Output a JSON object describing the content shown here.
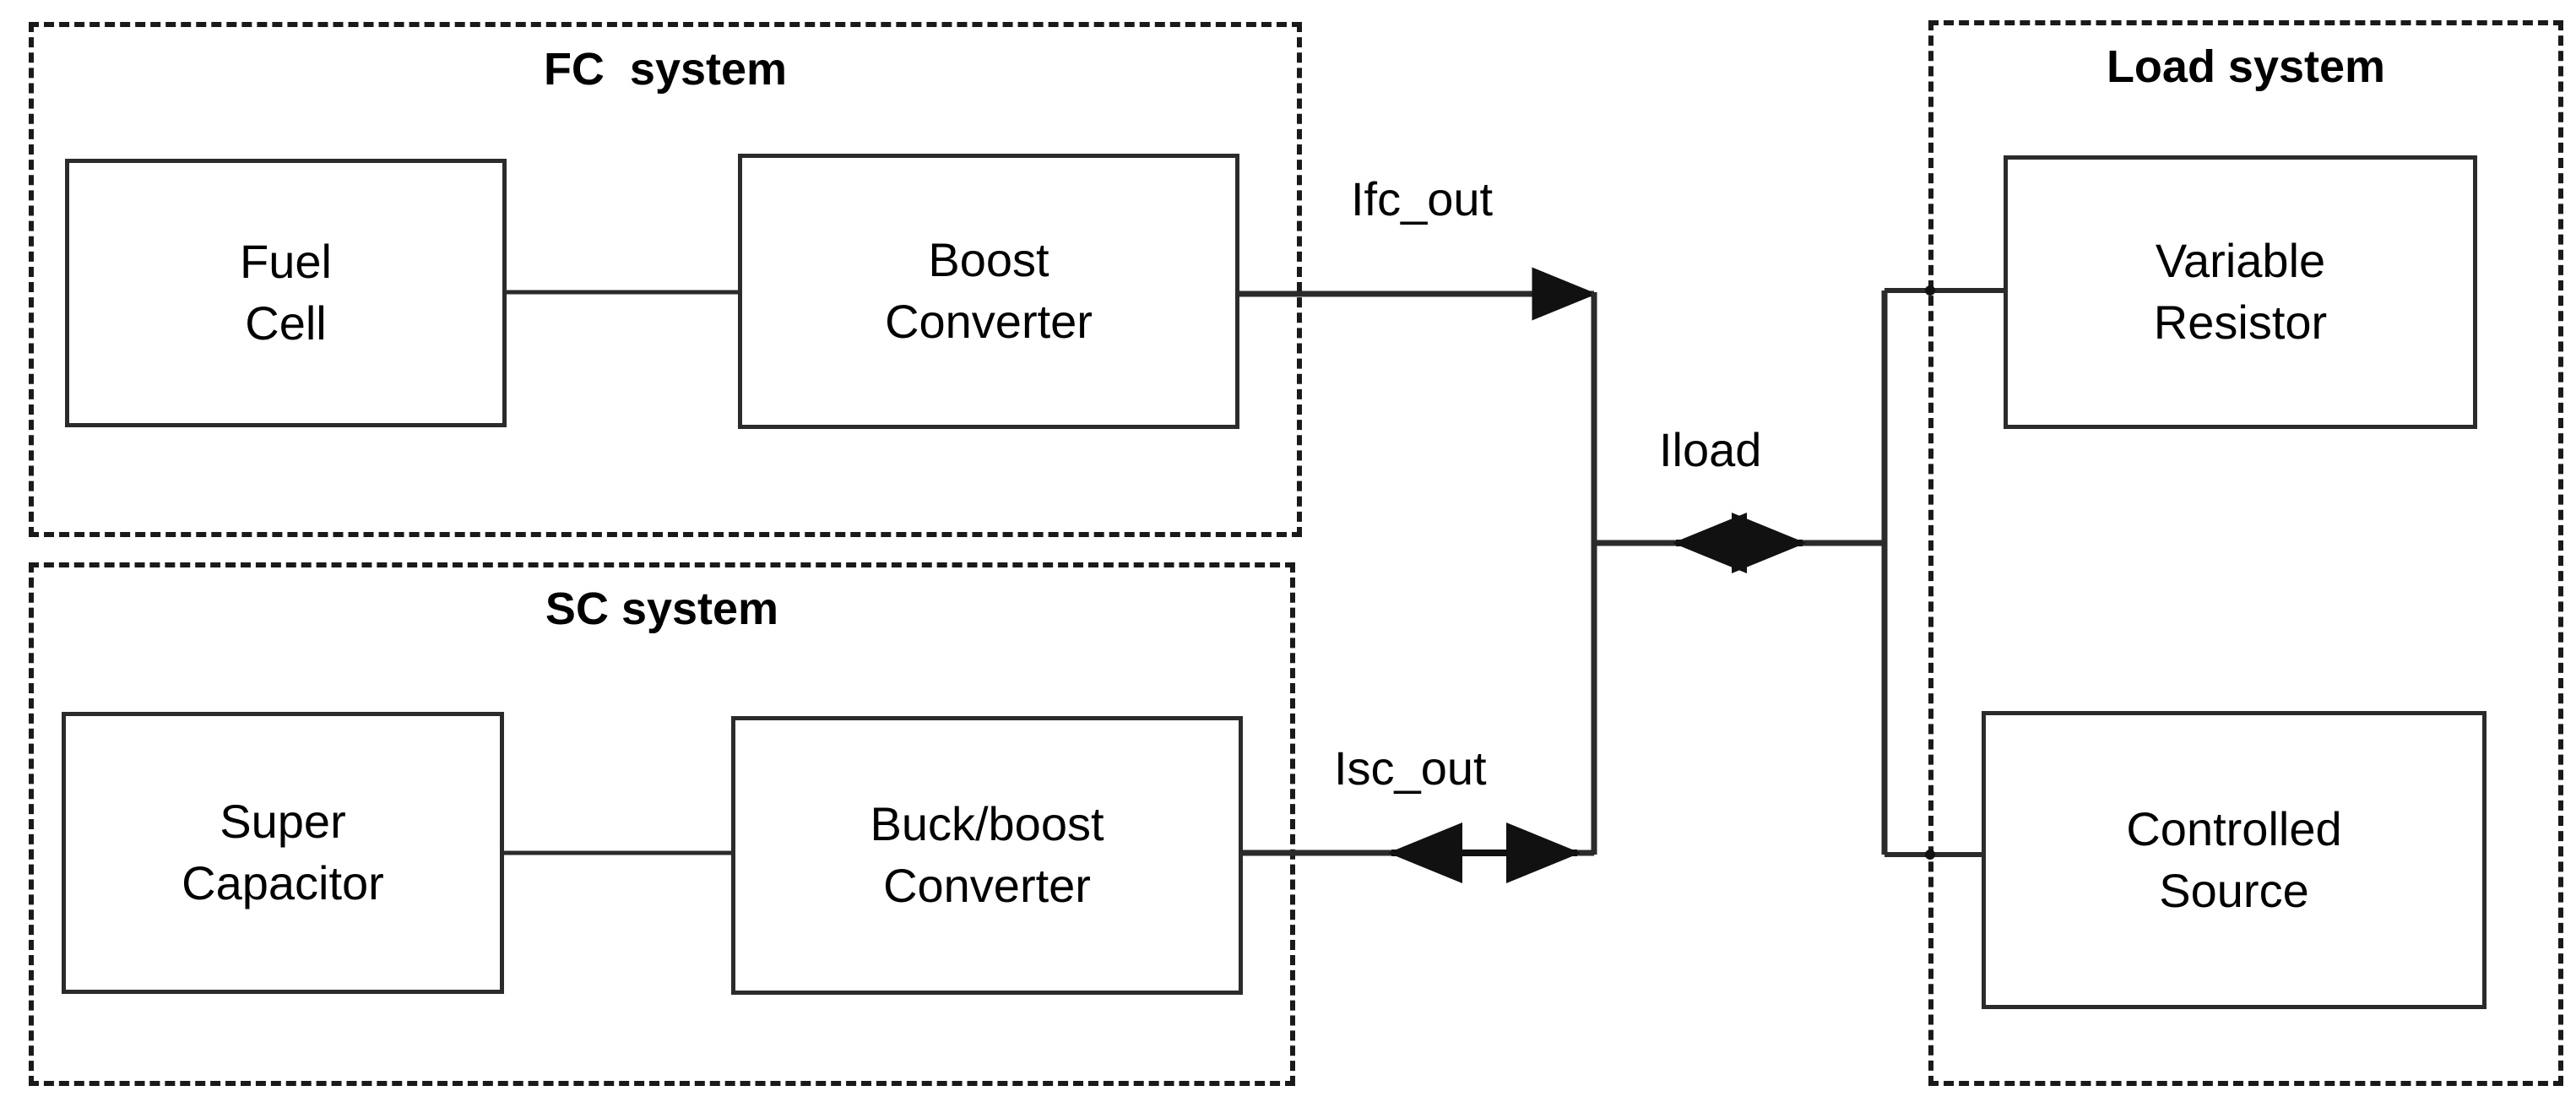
{
  "diagram": {
    "title_fc": "FC  system",
    "title_sc": "SC system",
    "title_load": "Load system",
    "blocks": {
      "fuel_cell": {
        "line1": "Fuel",
        "line2": "Cell"
      },
      "boost_converter": {
        "line1": "Boost",
        "line2": "Converter"
      },
      "super_capacitor": {
        "line1": "Super",
        "line2": "Capacitor"
      },
      "buck_boost_converter": {
        "line1": "Buck/boost",
        "line2": "Converter"
      },
      "variable_resistor": {
        "line1": "Variable",
        "line2": "Resistor"
      },
      "controlled_source": {
        "line1": "Controlled",
        "line2": "Source"
      }
    },
    "signals": {
      "ifc_out": "Ifc_out",
      "isc_out": "Isc_out",
      "iload": "Iload"
    },
    "colors": {
      "line": "#2b2b2b",
      "dashed": "#1a1a1a",
      "text": "#000000",
      "background": "#ffffff"
    }
  }
}
